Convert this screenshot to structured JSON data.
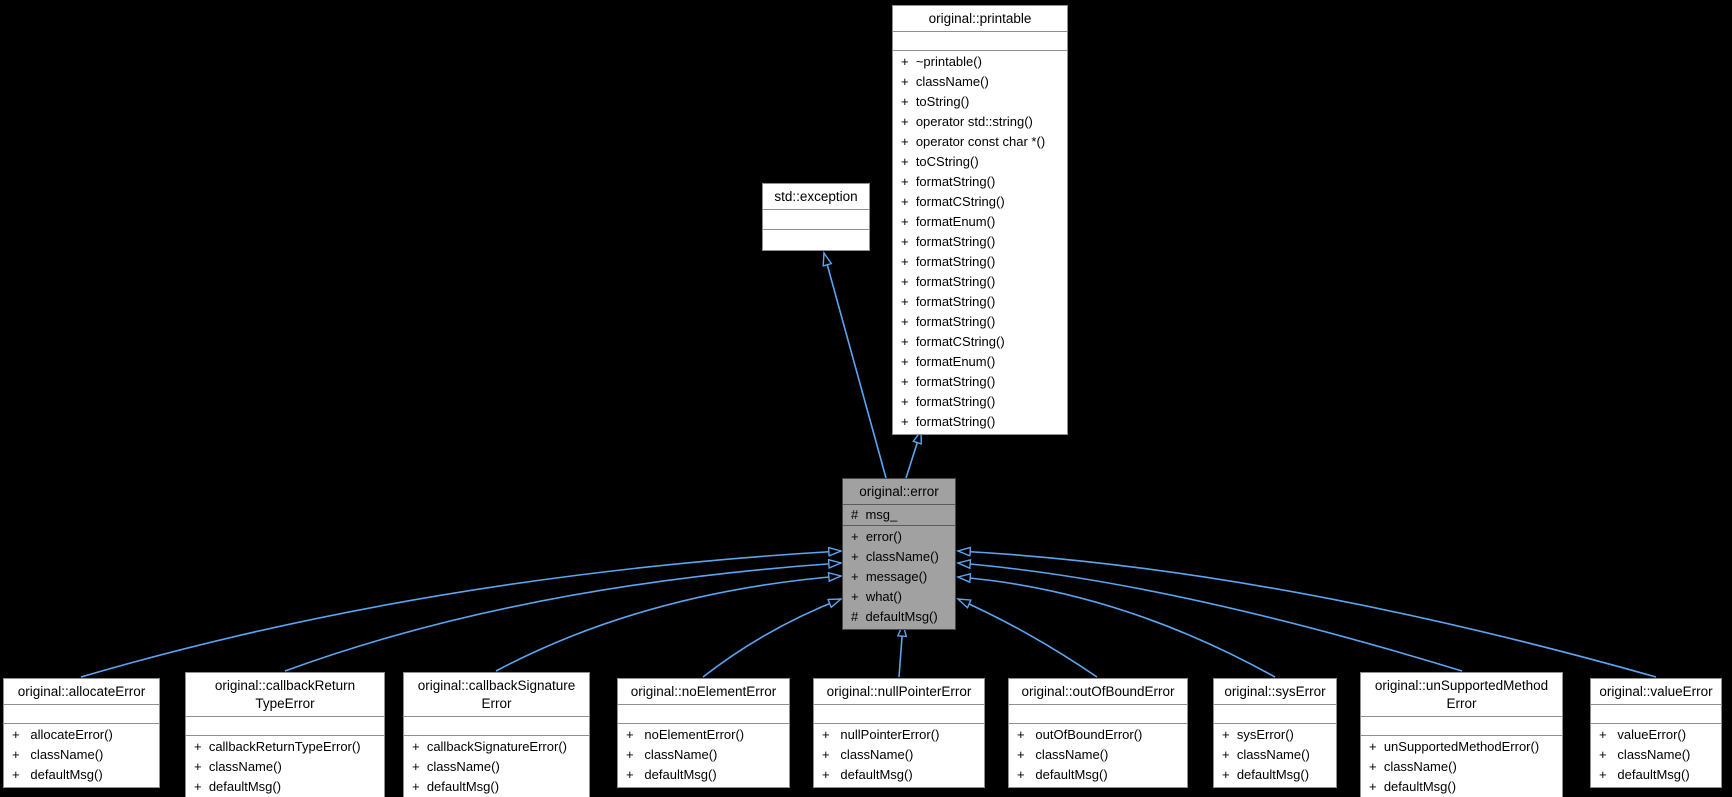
{
  "diagram_title": "original::error inheritance graph",
  "colors": {
    "background": "#000000",
    "edge": "#5ba5f2",
    "node_fill": "#ffffff",
    "node_border": "#8f8f8f",
    "highlight_fill": "#a1a1a1",
    "highlight_border": "#474747",
    "text": "#000000"
  },
  "nodes": {
    "printable": {
      "title_lines": [
        "original::printable"
      ],
      "attributes": [],
      "methods": [
        "+  ~printable()",
        "+  className()",
        "+  toString()",
        "+  operator std::string()",
        "+  operator const char *()",
        "+  toCString()",
        "+  formatString()",
        "+  formatCString()",
        "+  formatEnum()",
        "+  formatString()",
        "+  formatString()",
        "+  formatString()",
        "+  formatString()",
        "+  formatString()",
        "+  formatCString()",
        "+  formatEnum()",
        "+  formatString()",
        "+  formatString()",
        "+  formatString()"
      ]
    },
    "exception": {
      "title_lines": [
        "std::exception"
      ],
      "attributes": [],
      "methods": []
    },
    "error": {
      "title_lines": [
        "original::error"
      ],
      "attributes": [
        "#  msg_"
      ],
      "methods": [
        "+  error()",
        "+  className()",
        "+  message()",
        "+  what()",
        "#  defaultMsg()"
      ]
    },
    "allocate": {
      "title_lines": [
        "original::allocateError"
      ],
      "methods": [
        "+   allocateError()",
        "+   className()",
        "+   defaultMsg()"
      ]
    },
    "cbReturn": {
      "title_lines": [
        "original::callbackReturn",
        "TypeError"
      ],
      "methods": [
        "+  callbackReturnTypeError()",
        "+  className()",
        "+  defaultMsg()"
      ]
    },
    "cbSignature": {
      "title_lines": [
        "original::callbackSignature",
        "Error"
      ],
      "methods": [
        "+  callbackSignatureError()",
        "+  className()",
        "+  defaultMsg()"
      ]
    },
    "noElement": {
      "title_lines": [
        "original::noElementError"
      ],
      "methods": [
        "+   noElementError()",
        "+   className()",
        "+   defaultMsg()"
      ]
    },
    "nullPointer": {
      "title_lines": [
        "original::nullPointerError"
      ],
      "methods": [
        "+   nullPointerError()",
        "+   className()",
        "+   defaultMsg()"
      ]
    },
    "outOfBound": {
      "title_lines": [
        "original::outOfBoundError"
      ],
      "methods": [
        "+   outOfBoundError()",
        "+   className()",
        "+   defaultMsg()"
      ]
    },
    "sysError": {
      "title_lines": [
        "original::sysError"
      ],
      "methods": [
        "+  sysError()",
        "+  className()",
        "+  defaultMsg()"
      ]
    },
    "unsupported": {
      "title_lines": [
        "original::unSupportedMethod",
        "Error"
      ],
      "methods": [
        "+  unSupportedMethodError()",
        "+  className()",
        "+  defaultMsg()"
      ]
    },
    "valueError": {
      "title_lines": [
        "original::valueError"
      ],
      "methods": [
        "+   valueError()",
        "+   className()",
        "+   defaultMsg()"
      ]
    }
  }
}
